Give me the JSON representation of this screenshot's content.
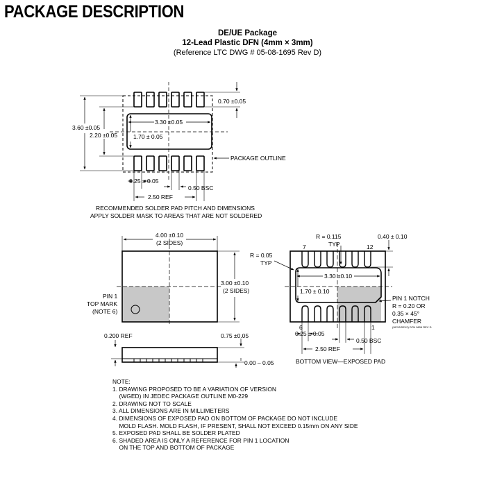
{
  "header": {
    "title": "PACKAGE DESCRIPTION"
  },
  "titles": {
    "line1": "DE/UE Package",
    "line2": "12-Lead Plastic DFN (4mm × 3mm)",
    "line3": "(Reference LTC DWG # 05-08-1695 Rev D)"
  },
  "land_pattern": {
    "dim_pad_width": "0.70 ±0.05",
    "dim_overall": "3.60 ±0.05",
    "dim_inner": "2.20 ±0.05",
    "dim_epad_len": "3.30 ±0.05",
    "dim_epad_width": "1.70 ± 0.05",
    "package_outline": "PACKAGE OUTLINE",
    "dim_lead_width": "0.25 ± 0.05",
    "dim_pitch": "0.50 BSC",
    "dim_ref": "2.50 REF",
    "caption_line1": "RECOMMENDED SOLDER PAD PITCH AND DIMENSIONS",
    "caption_line2": "APPLY SOLDER MASK TO AREAS THAT ARE NOT SOLDERED"
  },
  "top_view": {
    "dim_length_a": "4.00 ±0.10",
    "dim_length_b": "(2 SIDES)",
    "dim_width_a": "3.00 ±0.10",
    "dim_width_b": "(2 SIDES)",
    "pin1_line1": "PIN 1",
    "pin1_line2": "TOP MARK",
    "pin1_line3": "(NOTE 6)"
  },
  "side_view": {
    "dim_ref": "0.200 REF",
    "dim_height": "0.75 ±0.05",
    "dim_standoff": "0.00 – 0.05"
  },
  "bottom_view": {
    "r_top": "R = 0.115",
    "r_top_typ": "TYP",
    "dim_pad_len": "0.40 ± 0.10",
    "pin_7": "7",
    "pin_12": "12",
    "r_left": "R = 0.05",
    "r_left_typ": "TYP",
    "dim_epad_len": "3.30 ±0.10",
    "dim_epad_width": "1.70 ± 0.10",
    "notch_line1": "PIN 1 NOTCH",
    "notch_line2": "R = 0.20 OR",
    "notch_line3": "0.35 × 45°",
    "notch_line4": "CHAMFER",
    "dwg_code": "(UE12/DE12) DFN 0806 REV D",
    "pin_6": "6",
    "pin_1": "1",
    "dim_lead_width": "0.25 ± 0.05",
    "dim_pitch": "0.50 BSC",
    "dim_ref": "2.50 REF",
    "caption": "BOTTOM VIEW—EXPOSED PAD"
  },
  "notes": {
    "heading": "NOTE:",
    "items": [
      "1. DRAWING PROPOSED TO BE A VARIATION OF VERSION",
      "    (WGED) IN JEDEC PACKAGE OUTLINE M0-229",
      "2. DRAWING NOT TO SCALE",
      "3. ALL DIMENSIONS ARE IN MILLIMETERS",
      "4. DIMENSIONS OF EXPOSED PAD ON BOTTOM OF PACKAGE DO NOT INCLUDE",
      "    MOLD FLASH. MOLD FLASH, IF PRESENT, SHALL NOT EXCEED 0.15mm ON ANY SIDE",
      "5. EXPOSED PAD SHALL BE SOLDER PLATED",
      "6. SHADED AREA IS ONLY A REFERENCE FOR PIN 1 LOCATION",
      "    ON THE TOP AND BOTTOM OF PACKAGE"
    ]
  },
  "colors": {
    "shade": "#c8c8c8",
    "ink": "#000000"
  }
}
